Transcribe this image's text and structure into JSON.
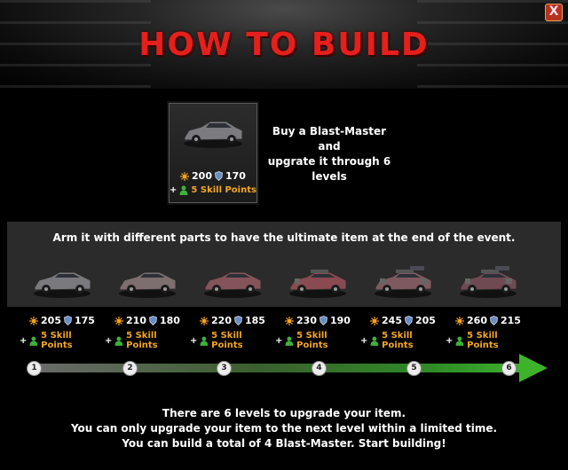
{
  "dialog": {
    "title": "HOW TO BUILD",
    "close_label": "X"
  },
  "intro": {
    "text_lines": [
      "Buy a Blast-Master and",
      "upgrate it through 6",
      "levels"
    ],
    "cost_gold": "200",
    "cost_shield": "170",
    "plus": "+",
    "skill_points": "5 Skill Points"
  },
  "parts": {
    "text": "Arm it with different parts to have the ultimate item at the end of the event.",
    "levels": [
      {
        "gold": "205",
        "shield": "175",
        "skill_points": "5 Skill Points"
      },
      {
        "gold": "210",
        "shield": "180",
        "skill_points": "5 Skill Points"
      },
      {
        "gold": "220",
        "shield": "185",
        "skill_points": "5 Skill Points"
      },
      {
        "gold": "230",
        "shield": "190",
        "skill_points": "5 Skill Points"
      },
      {
        "gold": "245",
        "shield": "205",
        "skill_points": "5 Skill Points"
      },
      {
        "gold": "260",
        "shield": "215",
        "skill_points": "5 Skill Points"
      }
    ]
  },
  "progress": {
    "nodes": [
      "1",
      "2",
      "3",
      "4",
      "5",
      "6"
    ]
  },
  "footer": {
    "lines": [
      "There are 6 levels to upgrade your item.",
      "You can only upgrade your item to the next level within a limited time.",
      "You can build a total of 4 Blast-Master. Start building!"
    ]
  },
  "colors": {
    "title": "#e5201c",
    "skill": "#f3a623",
    "progress_green": "#3eb22a",
    "band": "#2b2b2b"
  },
  "icons": {
    "gold": "sun-icon",
    "shield": "shield-icon",
    "skill": "person-icon",
    "close": "close-icon"
  }
}
